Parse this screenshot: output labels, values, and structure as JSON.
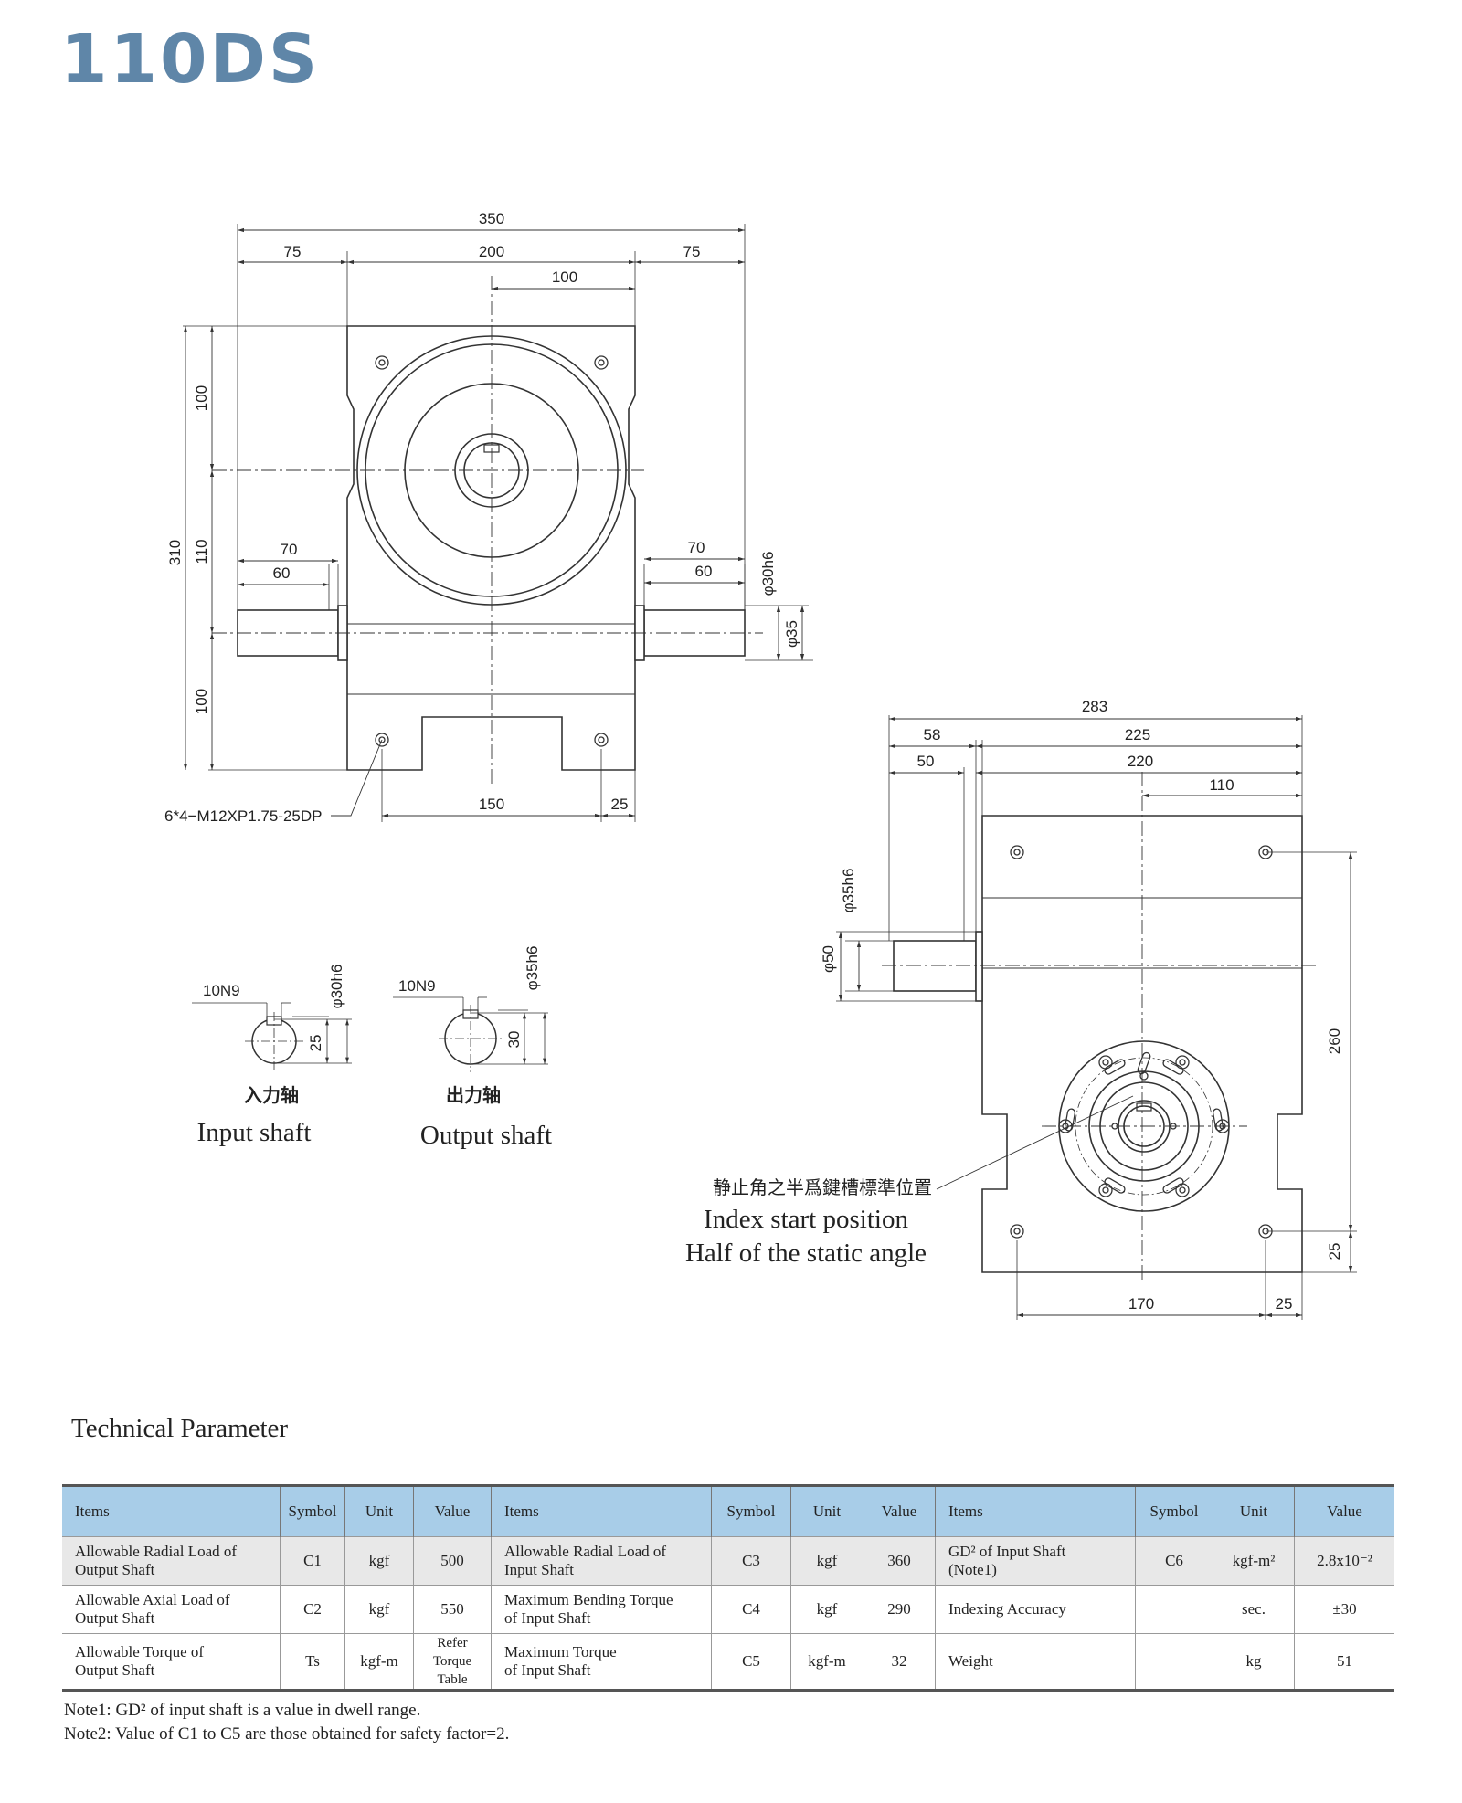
{
  "title": "110DS",
  "dims_front": {
    "w350": "350",
    "w75a": "75",
    "w200": "200",
    "w75b": "75",
    "w100": "100",
    "h310": "310",
    "h100a": "100",
    "h110": "110",
    "h100b": "100",
    "l70": "70",
    "l60": "60",
    "r70": "70",
    "r60": "60",
    "d30h6": "φ30h6",
    "d35": "φ35",
    "b150": "150",
    "b25": "25",
    "hole": "6*4−M12XP1.75-25DP"
  },
  "dims_side": {
    "w283": "283",
    "w58": "58",
    "w225": "225",
    "w50": "50",
    "w220": "220",
    "w110": "110",
    "d35h6": "φ35h6",
    "d50": "φ50",
    "h260": "260",
    "h25": "25",
    "b170": "170",
    "b25": "25"
  },
  "shaft_input": {
    "key": "10N9",
    "dia": "φ30h6",
    "depth": "25",
    "zh": "入力轴",
    "en": "Input shaft"
  },
  "shaft_output": {
    "key": "10N9",
    "dia": "φ35h6",
    "depth": "30",
    "zh": "出力轴",
    "en": "Output shaft"
  },
  "index_note": {
    "zh": "静止角之半爲鍵槽標準位置",
    "en1": "Index start position",
    "en2": "Half of the static angle"
  },
  "table_title": "Technical Parameter",
  "table": {
    "headers": [
      "Items",
      "Symbol",
      "Unit",
      "Value",
      "Items",
      "Symbol",
      "Unit",
      "Value",
      "Items",
      "Symbol",
      "Unit",
      "Value"
    ],
    "rows": [
      [
        {
          "a": "Allowable Radial Load  of",
          "b": "Output Shaft"
        },
        "C1",
        "kgf",
        "500",
        {
          "a": "Allowable Radial Load of",
          "b": "Input Shaft"
        },
        "C3",
        "kgf",
        "360",
        {
          "a": "GD² of Input Shaft",
          "b": "(Note1)"
        },
        "C6",
        "kgf-m²",
        "2.8x10⁻²"
      ],
      [
        {
          "a": "Allowable Axial Load of",
          "b": "Output Shaft"
        },
        "C2",
        "kgf",
        "550",
        {
          "a": "Maximum Bending Torque",
          "b": "of Input Shaft"
        },
        "C4",
        "kgf",
        "290",
        {
          "a": "Indexing Accuracy",
          "b": ""
        },
        "",
        "sec.",
        "±30"
      ],
      [
        {
          "a": "Allowable Torque of",
          "b": "Output Shaft"
        },
        "Ts",
        "kgf-m",
        {
          "a": "Refer",
          "b": "Torque Table"
        },
        {
          "a": "Maximum Torque",
          "b": "of Input Shaft"
        },
        "C5",
        "kgf-m",
        "32",
        {
          "a": "Weight",
          "b": ""
        },
        "",
        "kg",
        "51"
      ]
    ]
  },
  "notes": [
    "Note1: GD² of input shaft is a value in dwell range.",
    "Note2: Value of  C1 to C5 are those obtained for safety factor=2."
  ]
}
